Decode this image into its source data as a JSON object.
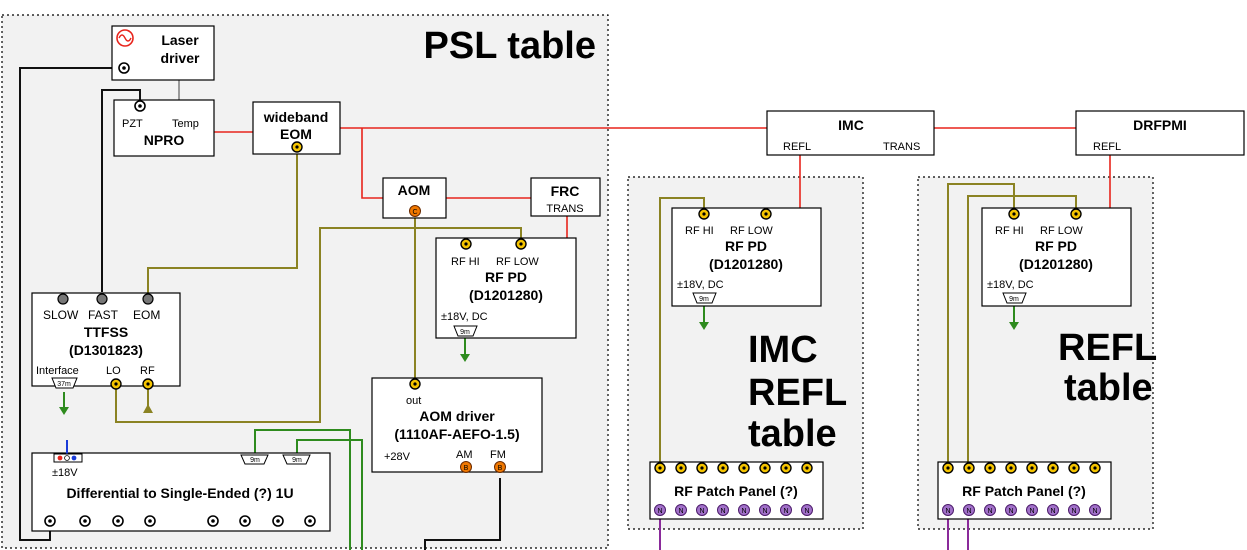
{
  "tables": {
    "psl": "PSL table",
    "imc_refl": [
      "IMC",
      "REFL",
      "table"
    ],
    "refl": [
      "REFL",
      "table"
    ]
  },
  "laser_driver": {
    "line1": "Laser",
    "line2": "driver"
  },
  "npro": {
    "title": "NPRO",
    "pzt": "PZT",
    "temp": "Temp"
  },
  "wideband_eom": {
    "line1": "wideband",
    "line2": "EOM"
  },
  "aom": {
    "title": "AOM",
    "c_mark": "C"
  },
  "frc": {
    "title": "FRC",
    "trans": "TRANS"
  },
  "imc": {
    "title": "IMC",
    "refl": "REFL",
    "trans": "TRANS"
  },
  "drfpmi": {
    "title": "DRFPMI",
    "refl": "REFL"
  },
  "rfpd": {
    "rf_hi": "RF HI",
    "rf_low": "RF LOW",
    "title": "RF PD",
    "part": "(D1201280)",
    "power": "±18V, DC",
    "cable": "9m"
  },
  "ttfss": {
    "slow": "SLOW",
    "fast": "FAST",
    "eom": "EOM",
    "title": "TTFSS",
    "part": "(D1301823)",
    "interface": "Interface",
    "lo": "LO",
    "rf": "RF",
    "cable": "37m"
  },
  "aom_driver": {
    "out": "out",
    "title": "AOM driver",
    "part": "(1110AF-AEFO-1.5)",
    "power": "+28V",
    "am": "AM",
    "fm": "FM",
    "b_mark": "B"
  },
  "diff_to_se": {
    "title": "Differential to Single-Ended (?) 1U",
    "power": "±18V",
    "cable_a": "9m",
    "cable_b": "9m"
  },
  "patch_panel": {
    "title": "RF Patch Panel (?)",
    "n_mark": "N"
  },
  "colors": {
    "laser": "#e8241c",
    "rf_cable": "#8b8323",
    "power_cable": "#2e8b1e",
    "n_cable": "#8a2a9a",
    "sma": "#f5c400",
    "bnc_mark": "#f07800"
  }
}
